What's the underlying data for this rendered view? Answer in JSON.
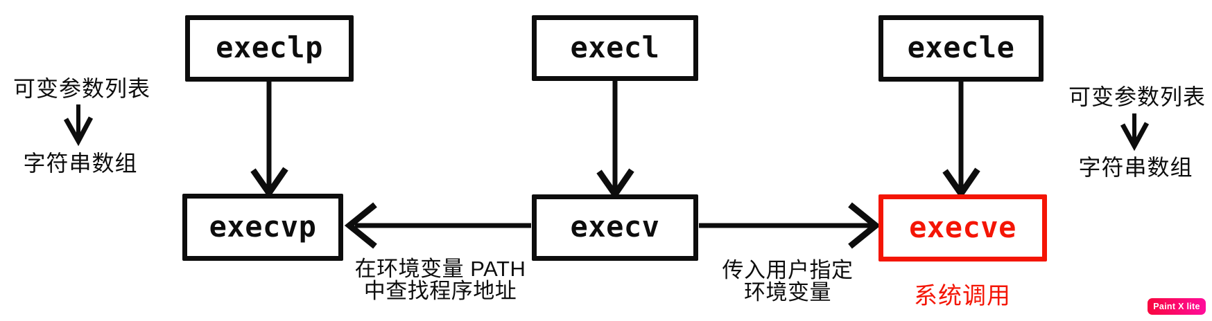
{
  "diagram": {
    "title_hint": "exec function family relationships",
    "boxes": {
      "execlp": "execlp",
      "execl": "execl",
      "execle": "execle",
      "execvp": "execvp",
      "execv": "execv",
      "execve": "execve"
    },
    "annotations": {
      "left_top": "可变参数列表",
      "left_bottom": "字符串数组",
      "right_top": "可变参数列表",
      "right_bottom": "字符串数组",
      "path_lookup_line1": "在环境变量 PATH",
      "path_lookup_line2": "中查找程序地址",
      "env_pass_line1": "传入用户指定",
      "env_pass_line2": "环境变量",
      "syscall": "系统调用"
    },
    "colors": {
      "line": "#0d0d0d",
      "highlight_red": "#f41505",
      "badge_gradient_start": "#f8073e",
      "badge_gradient_end": "#ff0d9b"
    }
  },
  "watermark": {
    "label": "Paint X lite"
  }
}
